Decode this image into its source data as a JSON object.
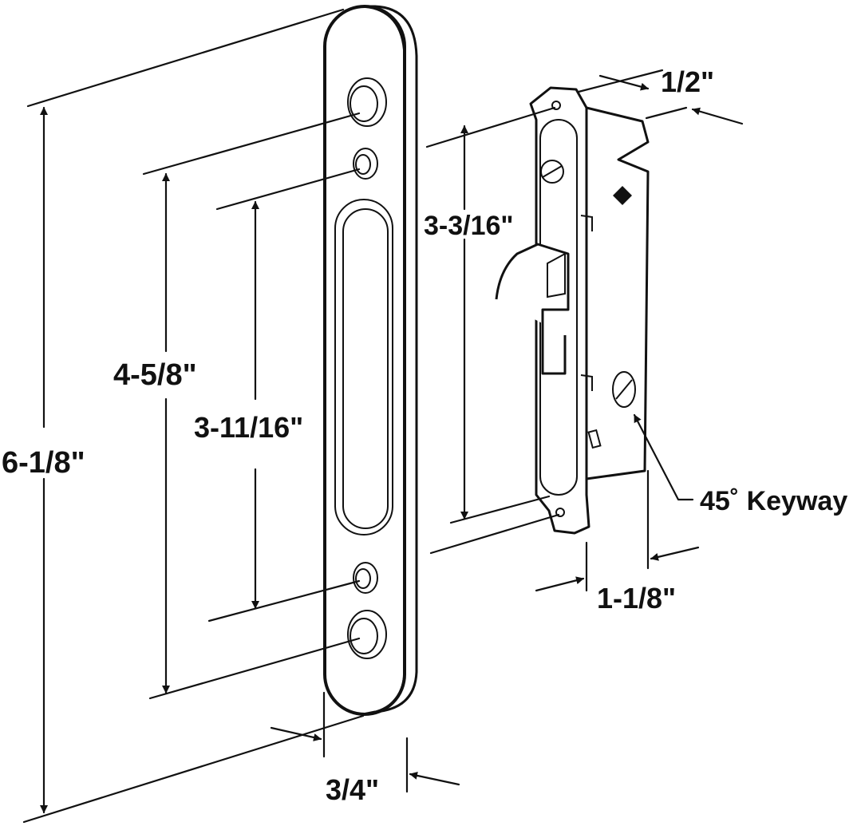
{
  "diagram": {
    "labels": {
      "overall_height": "6-1/8\"",
      "outer_hole_spacing": "4-5/8\"",
      "inner_hole_spacing": "3-11/16\"",
      "strike_width": "3/4\"",
      "lock_hole_spacing": "3-3/16\"",
      "lock_faceplate_width": "1/2\"",
      "lock_body_depth": "1-1/8\"",
      "keyway": "45˚ Keyway"
    },
    "colors": {
      "line": "#111111",
      "background": "#ffffff"
    }
  }
}
